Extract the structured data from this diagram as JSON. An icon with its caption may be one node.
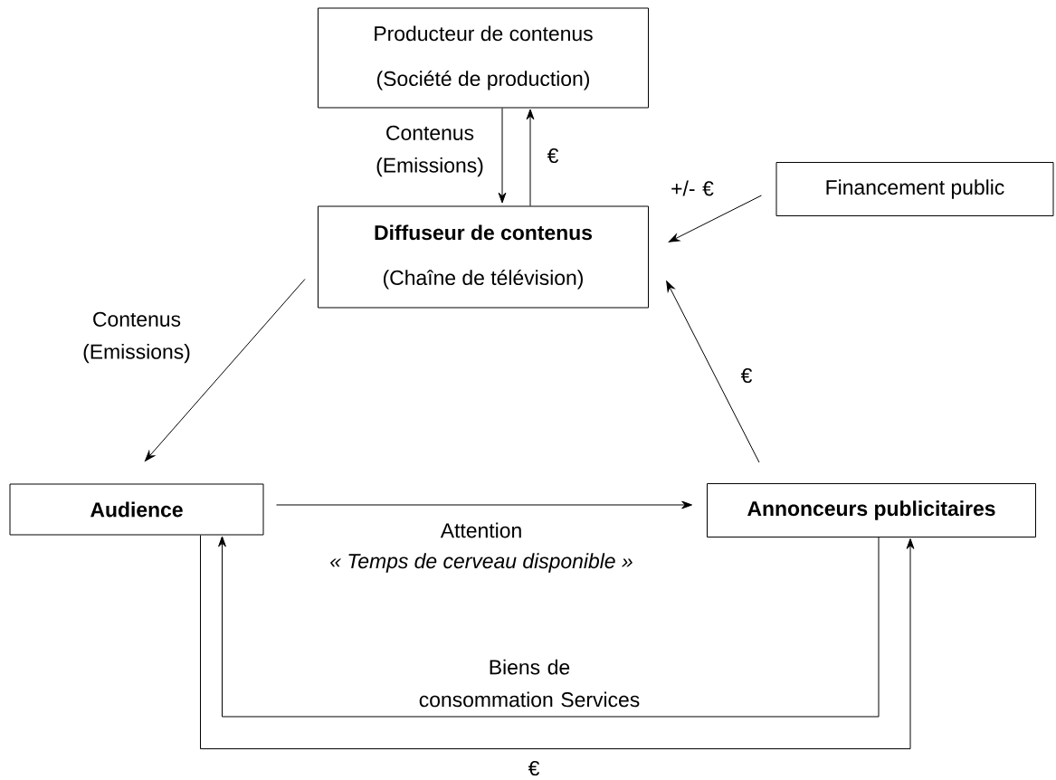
{
  "diagram": {
    "nodes": [
      {
        "text": [
          "Producteur de contenus",
          "(Société de production)"
        ]
      },
      {
        "text": [
          "Diffuseur de contenus",
          "(Chaîne de télévision)"
        ]
      },
      {
        "text": [
          "Financement public"
        ]
      },
      {
        "text": [
          "Audience"
        ]
      },
      {
        "text": [
          "Annonceurs publicitaires"
        ]
      }
    ],
    "edges": [
      {
        "from": 0,
        "to": 1,
        "arrow": "to",
        "label": "Contenus (Emissions)"
      },
      {
        "from": 1,
        "to": 0,
        "arrow": "to",
        "label": "€"
      },
      {
        "from": 2,
        "to": 1,
        "arrow": "to",
        "label": "+/- €"
      },
      {
        "from": 1,
        "to": 3,
        "arrow": "to",
        "label": "Contenus (Emissions)"
      },
      {
        "from": 4,
        "to": 1,
        "arrow": "to",
        "label": "€"
      },
      {
        "from": 3,
        "to": 4,
        "arrow": "to",
        "label": "Attention"
      },
      {
        "from": 4,
        "to": 3,
        "arrow": "to",
        "label": "Biens de consommation Services"
      },
      {
        "from": 3,
        "to": 4,
        "arrow": "to",
        "label": "€"
      }
    ],
    "labels": [
      "« Temps de cerveau disponible »"
    ]
  }
}
